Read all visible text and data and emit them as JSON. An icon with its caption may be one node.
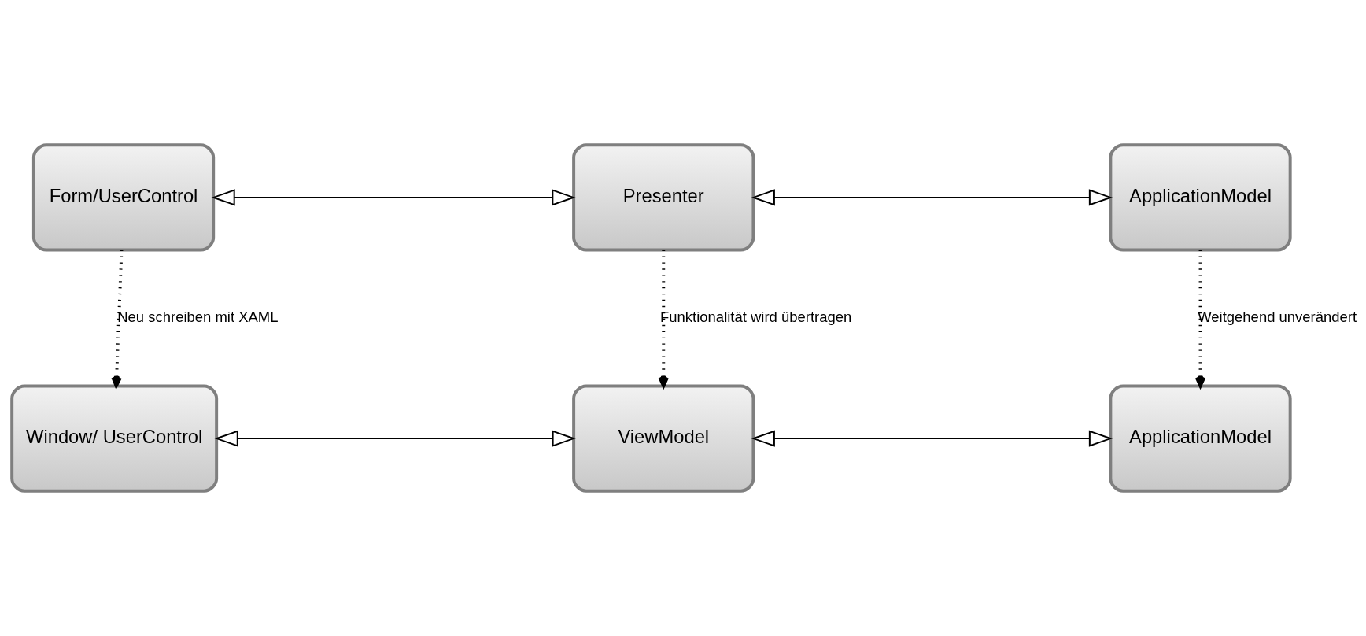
{
  "diagram": {
    "nodes": [
      {
        "text": [
          "Form/UserControl"
        ]
      },
      {
        "text": [
          "Presenter"
        ]
      },
      {
        "text": [
          "ApplicationModel"
        ]
      },
      {
        "text": [
          "Window/ UserControl"
        ]
      },
      {
        "text": [
          "ViewModel"
        ]
      },
      {
        "text": [
          "ApplicationModel"
        ]
      }
    ],
    "edges": [
      {
        "from": 0,
        "to": 1,
        "arrow": "both"
      },
      {
        "from": 1,
        "to": 2,
        "arrow": "both"
      },
      {
        "from": 0,
        "to": 3,
        "arrow": "to",
        "style": "dashed",
        "label": "Neu schreiben mit XAML"
      },
      {
        "from": 1,
        "to": 4,
        "arrow": "to",
        "style": "dashed",
        "label": "Funktionalität wird übertragen"
      },
      {
        "from": 2,
        "to": 5,
        "arrow": "to",
        "style": "dashed",
        "label": "Weitgehend unverändert"
      },
      {
        "from": 3,
        "to": 4,
        "arrow": "both"
      },
      {
        "from": 4,
        "to": 5,
        "arrow": "both"
      }
    ]
  }
}
